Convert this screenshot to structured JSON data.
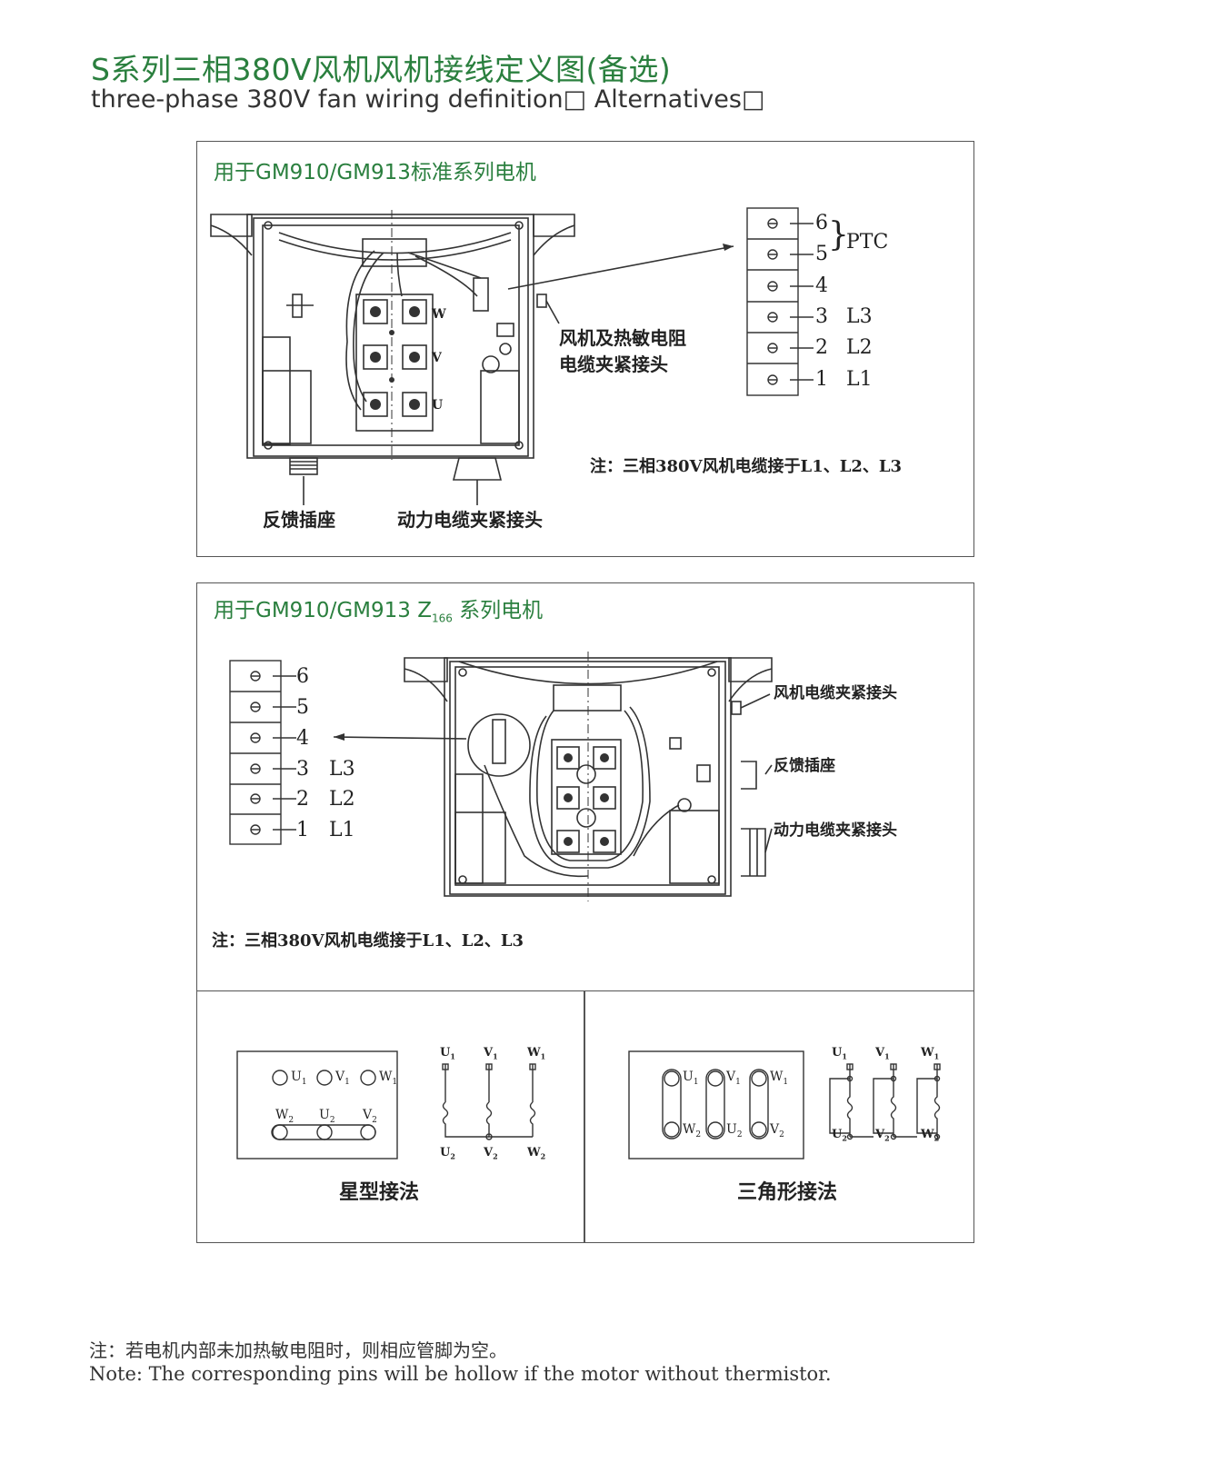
{
  "title_cn": "S系列三相380V风机风机接线定义图(备选)",
  "title_en": "three-phase 380V fan wiring definition□ Alternatives□",
  "panel1": {
    "title": "用于GM910/GM913标准系列电机",
    "terminal_w": "W",
    "terminal_v": "V",
    "terminal_u": "U",
    "fan_clamp_label_1": "风机及热敏电阻",
    "fan_clamp_label_2": "电缆夹紧接头",
    "feedback_label": "反馈插座",
    "power_label": "动力电缆夹紧接头",
    "note": "注：三相380V风机电缆接于L1、L2、L3",
    "ptc": "PTC",
    "pins": [
      "6",
      "5",
      "4",
      "3",
      "2",
      "1"
    ],
    "line_labels": [
      "",
      "",
      "",
      "L3",
      "L2",
      "L1"
    ]
  },
  "panel2": {
    "title_main": "用于GM910/GM913 Z",
    "title_sub": "166",
    "title_tail": " 系列电机",
    "fan_clamp_label": "风机电缆夹紧接头",
    "feedback_label": "反馈插座",
    "power_label": "动力电缆夹紧接头",
    "note": "注：三相380V风机电缆接于L1、L2、L3",
    "pins": [
      "6",
      "5",
      "4",
      "3",
      "2",
      "1"
    ],
    "line_labels": [
      "",
      "",
      "",
      "L3",
      "L2",
      "L1"
    ]
  },
  "star": {
    "label": "星型接法",
    "top": [
      "U",
      "V",
      "W"
    ],
    "top_sub": "1",
    "bottom": [
      "W",
      "U",
      "V"
    ],
    "bottom_sub": "2",
    "sch_top": [
      "U",
      "V",
      "W"
    ],
    "sch_bottom": [
      "U",
      "V",
      "W"
    ]
  },
  "delta": {
    "label": "三角形接法",
    "top": [
      "U",
      "V",
      "W"
    ],
    "top_sub": "1",
    "bottom": [
      "W",
      "U",
      "V"
    ],
    "bottom_sub": "2",
    "sch_top": [
      "U",
      "V",
      "W"
    ],
    "sch_bottom": [
      "U",
      "V",
      "W"
    ]
  },
  "footer_cn": "注：若电机内部未加热敏电阻时，则相应管脚为空。",
  "footer_en": "Note: The corresponding pins will be hollow if the motor without thermistor."
}
